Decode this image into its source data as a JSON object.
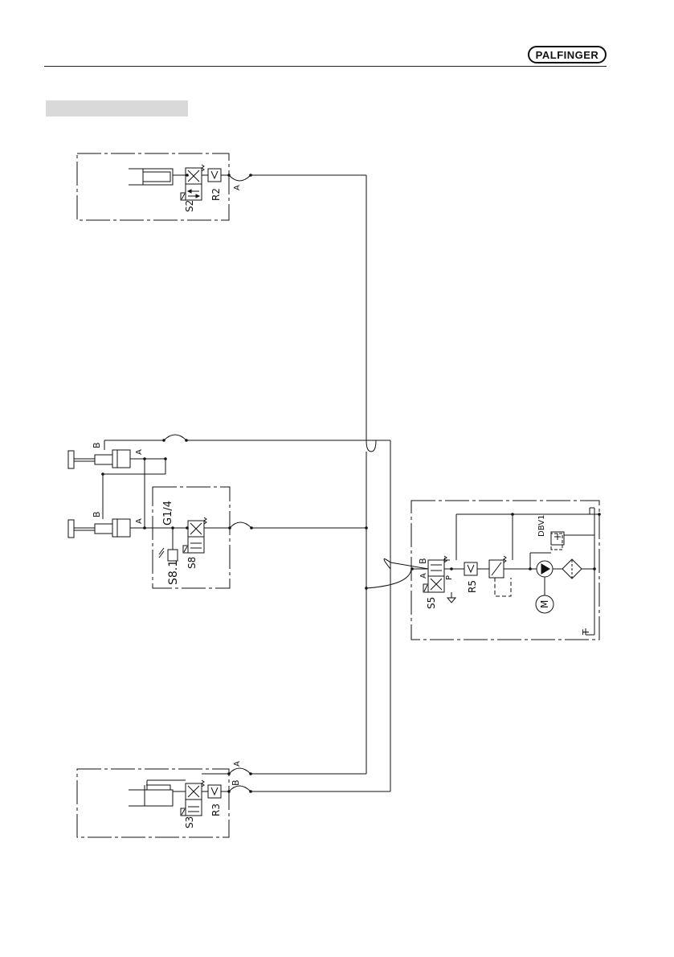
{
  "header": {
    "brand": "PALFINGER"
  },
  "diagram": {
    "top_module": {
      "valve_label": "S2",
      "throttle_label": "R2",
      "port_label": "A"
    },
    "middle_cylinders": {
      "port_b_upper": "B",
      "port_a_upper": "A",
      "port_b_lower": "B",
      "port_a_lower": "A"
    },
    "middle_module": {
      "thread_label": "G1/4",
      "switch_label": "S8.1",
      "valve_label": "S8"
    },
    "power_unit": {
      "port_b": "B",
      "port_t": "T",
      "port_a": "A",
      "port_p": "P",
      "valve_label": "S5",
      "throttle_label": "R5",
      "relief_label": "DBV1",
      "motor_label": "M",
      "tank_symbol": "T"
    },
    "bottom_module": {
      "valve_label": "S3",
      "throttle_label": "R3",
      "port_a": "A",
      "port_b": "B"
    }
  }
}
